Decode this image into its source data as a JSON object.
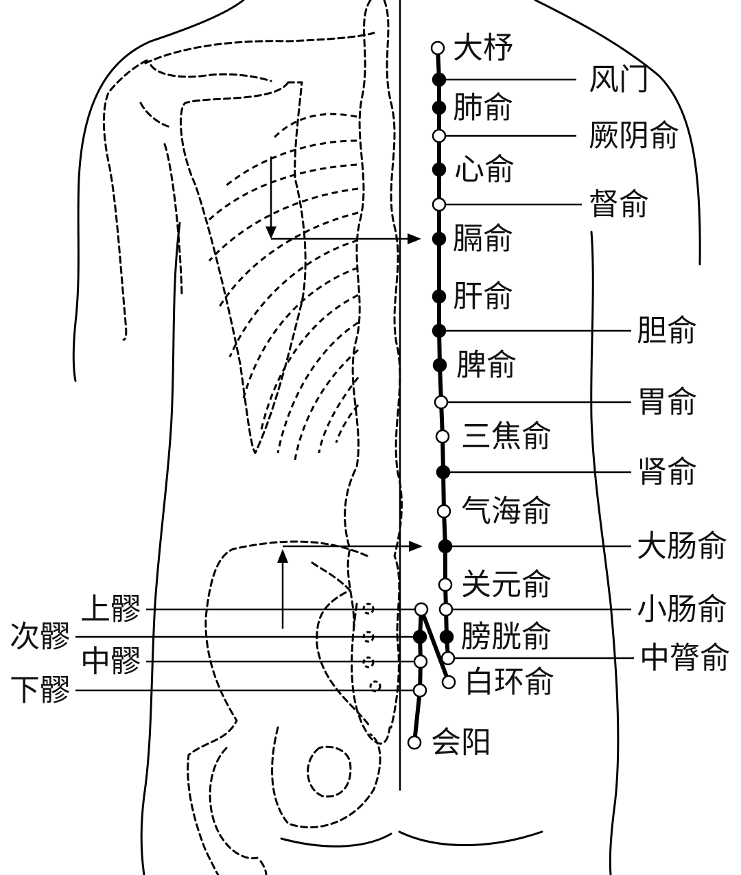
{
  "diagram": {
    "right_points": [
      {
        "id": "dazhu",
        "label": "大杼",
        "filled": false
      },
      {
        "id": "fengmen",
        "label": "风门",
        "filled": true
      },
      {
        "id": "feishu",
        "label": "肺俞",
        "filled": true
      },
      {
        "id": "jueyinshu",
        "label": "厥阴俞",
        "filled": false
      },
      {
        "id": "xinshu",
        "label": "心俞",
        "filled": true
      },
      {
        "id": "dushu",
        "label": "督俞",
        "filled": false
      },
      {
        "id": "geshu",
        "label": "膈俞",
        "filled": true
      },
      {
        "id": "ganshu",
        "label": "肝俞",
        "filled": true
      },
      {
        "id": "danshu",
        "label": "胆俞",
        "filled": true
      },
      {
        "id": "pishu",
        "label": "脾俞",
        "filled": true
      },
      {
        "id": "weishu",
        "label": "胃俞",
        "filled": false
      },
      {
        "id": "sanjiaoshu",
        "label": "三焦俞",
        "filled": false
      },
      {
        "id": "shenshu",
        "label": "肾俞",
        "filled": true
      },
      {
        "id": "qihaishu",
        "label": "气海俞",
        "filled": false
      },
      {
        "id": "dachangshu",
        "label": "大肠俞",
        "filled": true
      },
      {
        "id": "guanyuanshu",
        "label": "关元俞",
        "filled": false
      },
      {
        "id": "xiaochangshu",
        "label": "小肠俞",
        "filled": false
      },
      {
        "id": "pangguangshu",
        "label": "膀胱俞",
        "filled": true
      },
      {
        "id": "zhonglvshu",
        "label": "中膂俞",
        "filled": false
      },
      {
        "id": "baihuanshu",
        "label": "白环俞",
        "filled": false
      }
    ],
    "left_points": [
      {
        "id": "shangliao",
        "label": "上髎",
        "filled": false
      },
      {
        "id": "ciliao",
        "label": "次髎",
        "filled": true
      },
      {
        "id": "zhongliao",
        "label": "中髎",
        "filled": false
      },
      {
        "id": "xialiao",
        "label": "下髎",
        "filled": false
      },
      {
        "id": "huiyang",
        "label": "会阳",
        "filled": false
      }
    ]
  }
}
